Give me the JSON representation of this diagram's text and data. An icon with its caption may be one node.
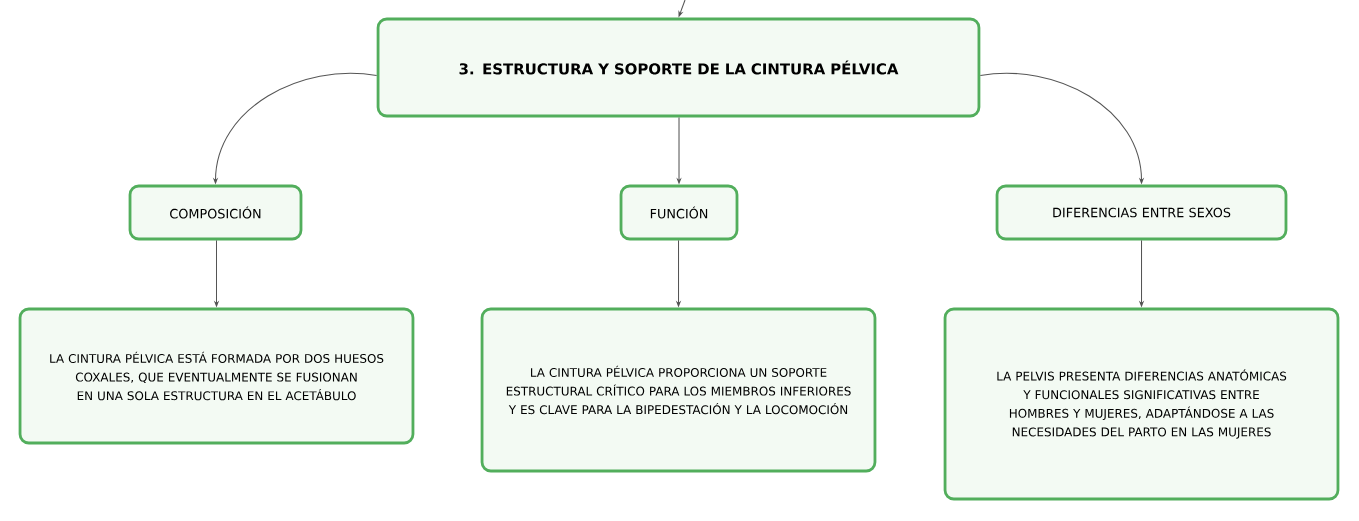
{
  "diagram": {
    "nodes": [
      {
        "text": [
          "3. ESTRUCTURA Y SOPORTE DE LA CINTURA PÉLVICA"
        ]
      },
      {
        "text": [
          "COMPOSICIÓN"
        ]
      },
      {
        "text": [
          "FUNCIÓN"
        ]
      },
      {
        "text": [
          "DIFERENCIAS ENTRE SEXOS"
        ]
      },
      {
        "text": [
          "LA CINTURA PÉLVICA ESTÁ FORMADA POR DOS HUESOS COXALES, QUE EVENTUALMENTE SE FUSIONAN EN UNA SOLA ESTRUCTURA EN EL ACETÁBULO"
        ]
      },
      {
        "text": [
          "LA CINTURA PÉLVICA PROPORCIONA UN SOPORTE ESTRUCTURAL CRÍTICO PARA LOS MIEMBROS INFERIORES Y ES CLAVE PARA LA BIPEDESTACIÓN Y LA LOCOMOCIÓN"
        ]
      },
      {
        "text": [
          "LA PELVIS PRESENTA DIFERENCIAS ANATÓMICAS Y FUNCIONALES SIGNIFICATIVAS ENTRE HOMBRES Y MUJERES, ADAPTÁNDOSE A LAS NECESIDADES DEL PARTO EN LAS MUJERES"
        ]
      }
    ],
    "edges": [
      {
        "from": null,
        "to": 0,
        "arrow": "to"
      },
      {
        "from": 0,
        "to": 1,
        "arrow": "to"
      },
      {
        "from": 0,
        "to": 2,
        "arrow": "to"
      },
      {
        "from": 0,
        "to": 3,
        "arrow": "to"
      },
      {
        "from": 1,
        "to": 4,
        "arrow": "to"
      },
      {
        "from": 2,
        "to": 5,
        "arrow": "to"
      },
      {
        "from": 3,
        "to": 6,
        "arrow": "to"
      }
    ]
  }
}
